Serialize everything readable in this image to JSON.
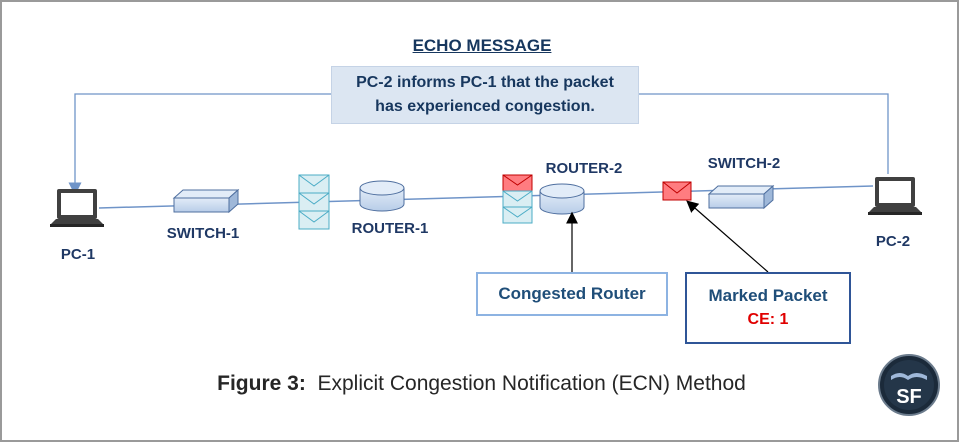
{
  "echo": {
    "title": "ECHO MESSAGE",
    "line1": "PC-2 informs PC-1 that the packet",
    "line2": "has experienced congestion."
  },
  "nodes": {
    "pc1": "PC-1",
    "pc2": "PC-2",
    "switch1": "SWITCH-1",
    "switch2": "SWITCH-2",
    "router1": "ROUTER-1",
    "router2": "ROUTER-2"
  },
  "callouts": {
    "congested_router": "Congested Router",
    "marked_packet": "Marked Packet",
    "marked_ce": "CE: 1"
  },
  "caption": {
    "prefix": "Figure 3:",
    "text": "Explicit Congestion Notification (ECN) Method"
  },
  "logo": {
    "text": "SF"
  },
  "colors": {
    "link": "#6f94c8",
    "device_fill": "#c6d9f1",
    "device_stroke": "#4f6f9f",
    "packet_fill": "#daeef3",
    "packet_stroke": "#4bacc6",
    "marked_fill": "#ff7c80",
    "marked_stroke": "#c00000",
    "text_dark": "#1f3864",
    "ce_red": "#e00000"
  }
}
